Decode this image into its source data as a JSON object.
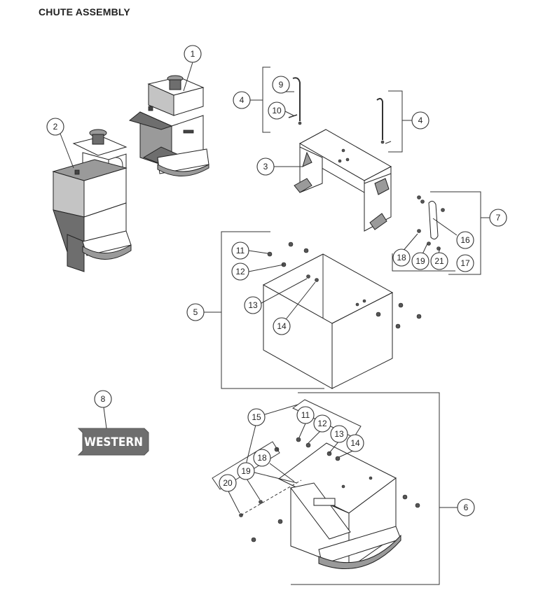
{
  "title": "CHUTE ASSEMBLY",
  "logo_text": "WESTERN",
  "callouts": {
    "c1": "1",
    "c2": "2",
    "c3": "3",
    "c4a": "4",
    "c4b": "4",
    "c5": "5",
    "c6": "6",
    "c7": "7",
    "c8": "8",
    "c9": "9",
    "c10": "10",
    "c11a": "11",
    "c12a": "12",
    "c13a": "13",
    "c14a": "14",
    "c11b": "11",
    "c12b": "12",
    "c13b": "13",
    "c14b": "14",
    "c15": "15",
    "c16": "16",
    "c17": "17",
    "c18a": "18",
    "c19a": "19",
    "c21": "21",
    "c18b": "18",
    "c19b": "19",
    "c20": "20"
  }
}
